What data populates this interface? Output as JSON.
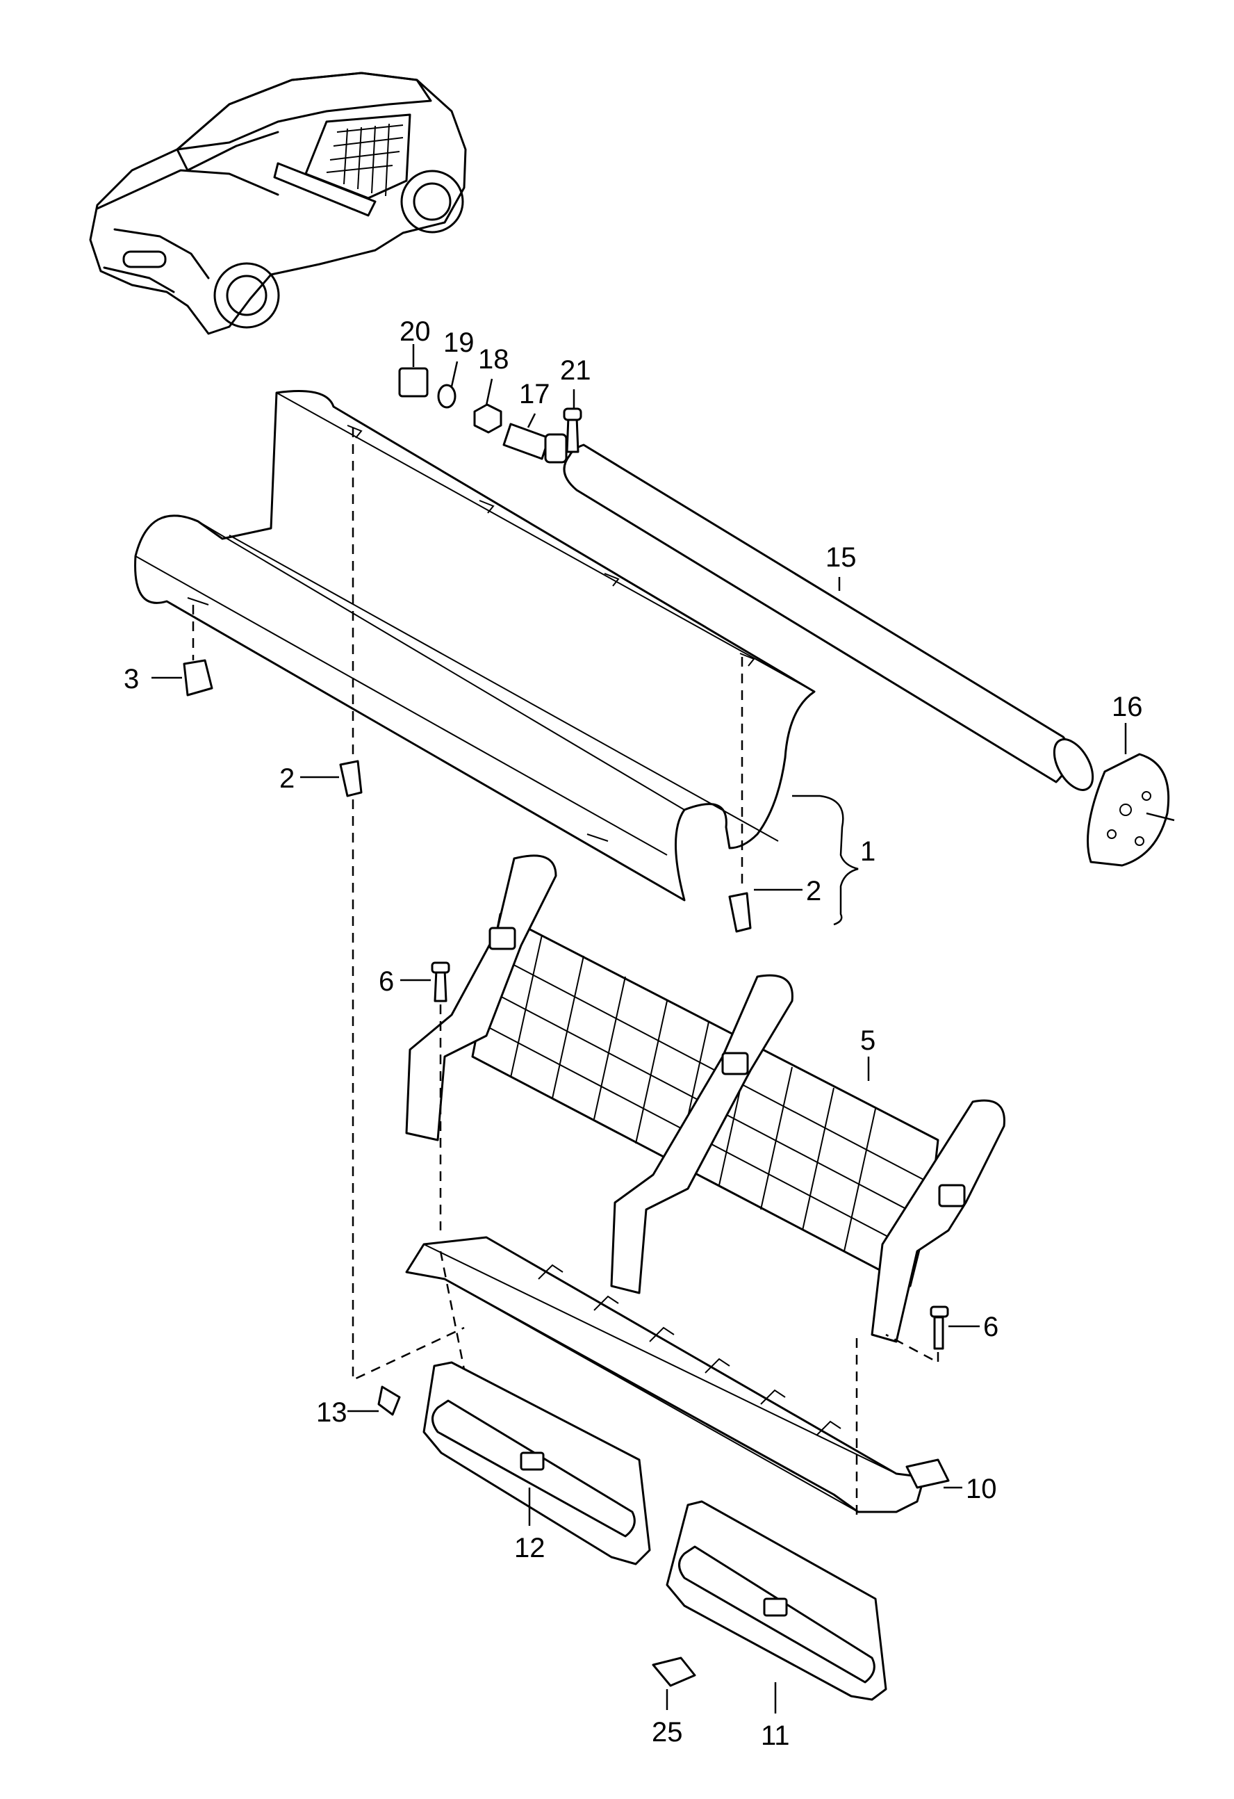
{
  "diagram": {
    "callouts": [
      {
        "id": "c1",
        "text": "1"
      },
      {
        "id": "c2a",
        "text": "2"
      },
      {
        "id": "c2b",
        "text": "2"
      },
      {
        "id": "c3",
        "text": "3"
      },
      {
        "id": "c5",
        "text": "5"
      },
      {
        "id": "c6a",
        "text": "6"
      },
      {
        "id": "c6b",
        "text": "6"
      },
      {
        "id": "c10",
        "text": "10"
      },
      {
        "id": "c11",
        "text": "11"
      },
      {
        "id": "c12",
        "text": "12"
      },
      {
        "id": "c13",
        "text": "13"
      },
      {
        "id": "c15",
        "text": "15"
      },
      {
        "id": "c16",
        "text": "16"
      },
      {
        "id": "c17",
        "text": "17"
      },
      {
        "id": "c18",
        "text": "18"
      },
      {
        "id": "c19",
        "text": "19"
      },
      {
        "id": "c20",
        "text": "20"
      },
      {
        "id": "c21",
        "text": "21"
      },
      {
        "id": "c25",
        "text": "25"
      }
    ]
  }
}
